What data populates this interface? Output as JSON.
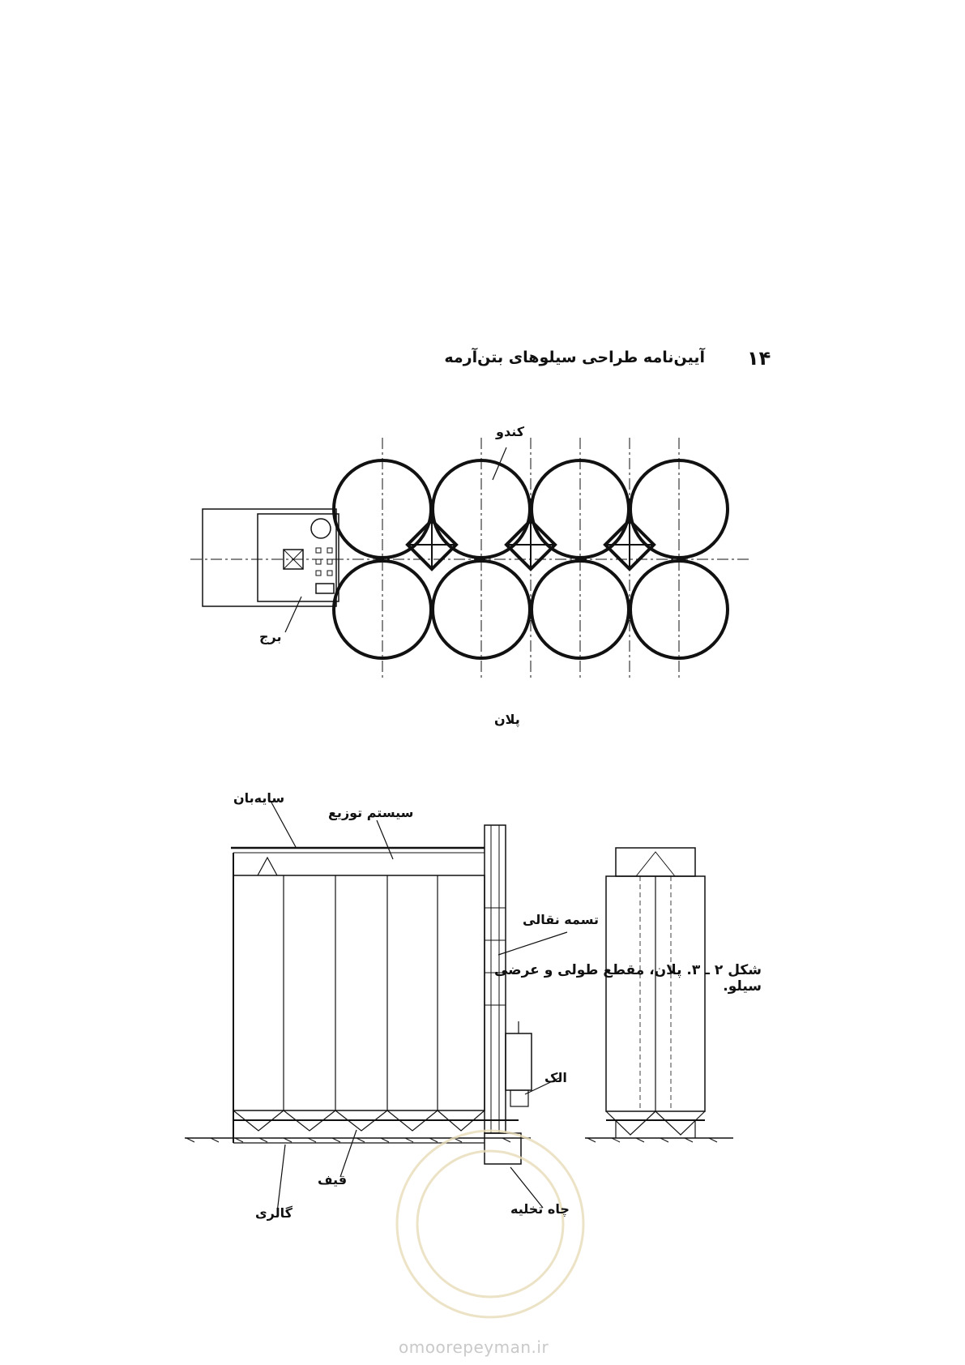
{
  "header": {
    "page_number": "۱۴",
    "title": "آیین‌نامه طراحی سیلوهای بتن‌آرمه"
  },
  "plan": {
    "label_silo": "کندو",
    "label_tower": "برج",
    "title": "پلان"
  },
  "section": {
    "label_canopy": "سایه‌بان",
    "label_distribution": "سیستم توزیع",
    "label_conveyor": "تسمه نقالی",
    "label_sieve": "الک",
    "label_hopper": "قیف",
    "label_gallery": "گالری",
    "label_pit": "چاه تخلیه"
  },
  "caption": "شکل ۲ ـ ۳. پلان، مقطع طولی و عرضی سیلو.",
  "watermark": "omoorepeyman.ir"
}
